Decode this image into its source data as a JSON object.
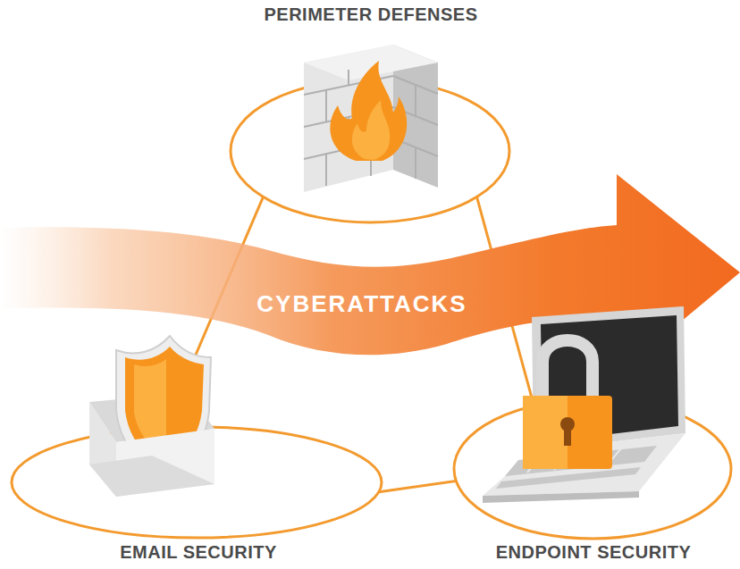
{
  "diagram": {
    "nodes": [
      {
        "text": [
          "PERIMETER DEFENSES"
        ]
      },
      {
        "text": [
          "EMAIL SECURITY"
        ]
      },
      {
        "text": [
          "ENDPOINT SECURITY"
        ]
      }
    ],
    "edges": [
      {
        "from": 0,
        "to": 1,
        "arrow": "none"
      },
      {
        "from": 0,
        "to": 2,
        "arrow": "none"
      },
      {
        "from": 1,
        "to": 2,
        "arrow": "none"
      }
    ],
    "labels": [
      "CYBERATTACKS"
    ]
  }
}
